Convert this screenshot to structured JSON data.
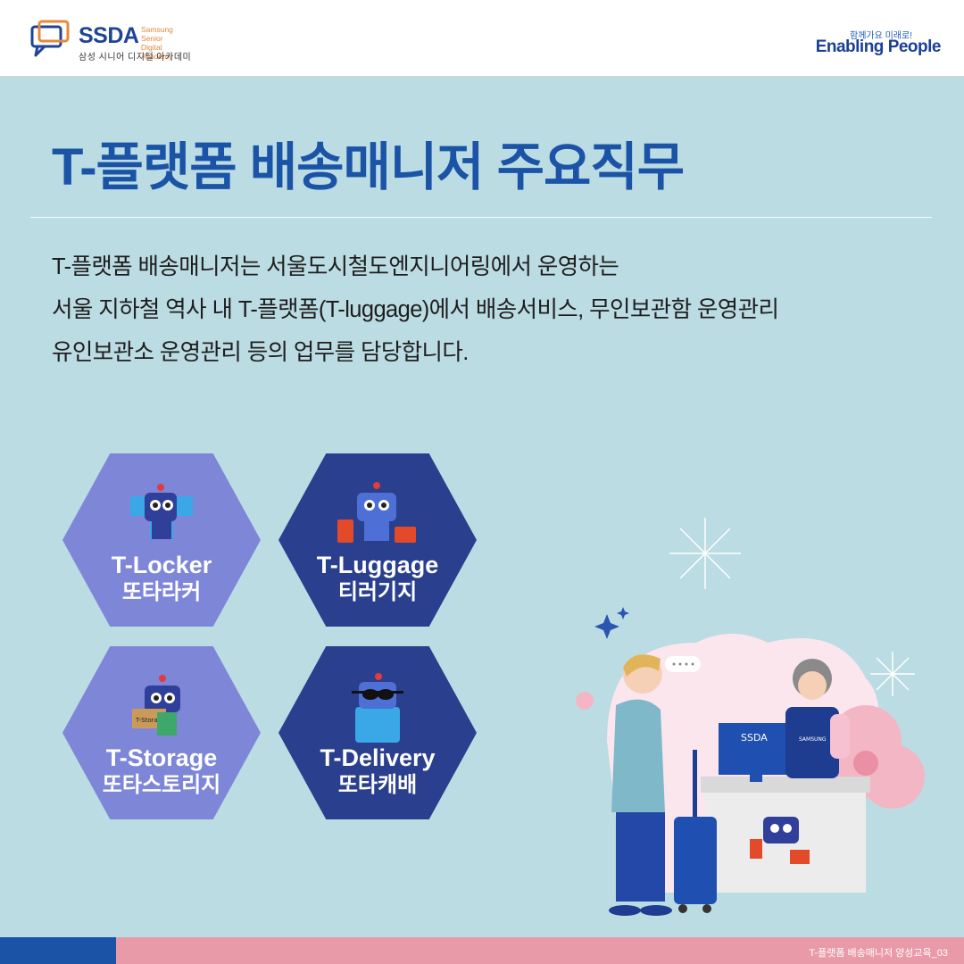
{
  "header": {
    "logo_title": "SSDA",
    "logo_small_line1": "Samsung Senior",
    "logo_small_line2": "Digital Academy",
    "logo_sub": "삼성 시니어 디지털 아카데미",
    "tagline_kr": "함께가요 미래로!",
    "tagline_en": "Enabling People"
  },
  "main": {
    "title": "T-플랫폼 배송매니저 주요직무",
    "description": [
      "T-플랫폼 배송매니저는 서울도시철도엔지니어링에서 운영하는",
      "서울 지하철 역사 내 T-플랫폼(T-luggage)에서 배송서비스, 무인보관함 운영관리",
      "유인보관소 운영관리 등의 업무를 담당합니다."
    ]
  },
  "services": [
    {
      "en": "T-Locker",
      "kr": "또타라커"
    },
    {
      "en": "T-Luggage",
      "kr": "티러기지"
    },
    {
      "en": "T-Storage",
      "kr": "또타스토리지"
    },
    {
      "en": "T-Delivery",
      "kr": "또타캐배"
    }
  ],
  "illustration": {
    "monitor_label": "SSDA",
    "apron_label": "SAMSUNG",
    "box_label": "T-Storage"
  },
  "footer": {
    "page_label": "T-플랫폼 배송매니저 양성교육_03"
  },
  "colors": {
    "background": "#bcdce3",
    "title_blue": "#1b54a6",
    "hex_light": "#7e86d8",
    "hex_dark": "#2a3f8d",
    "footer_pink": "#e99aa8",
    "accent_orange": "#e7883a"
  }
}
